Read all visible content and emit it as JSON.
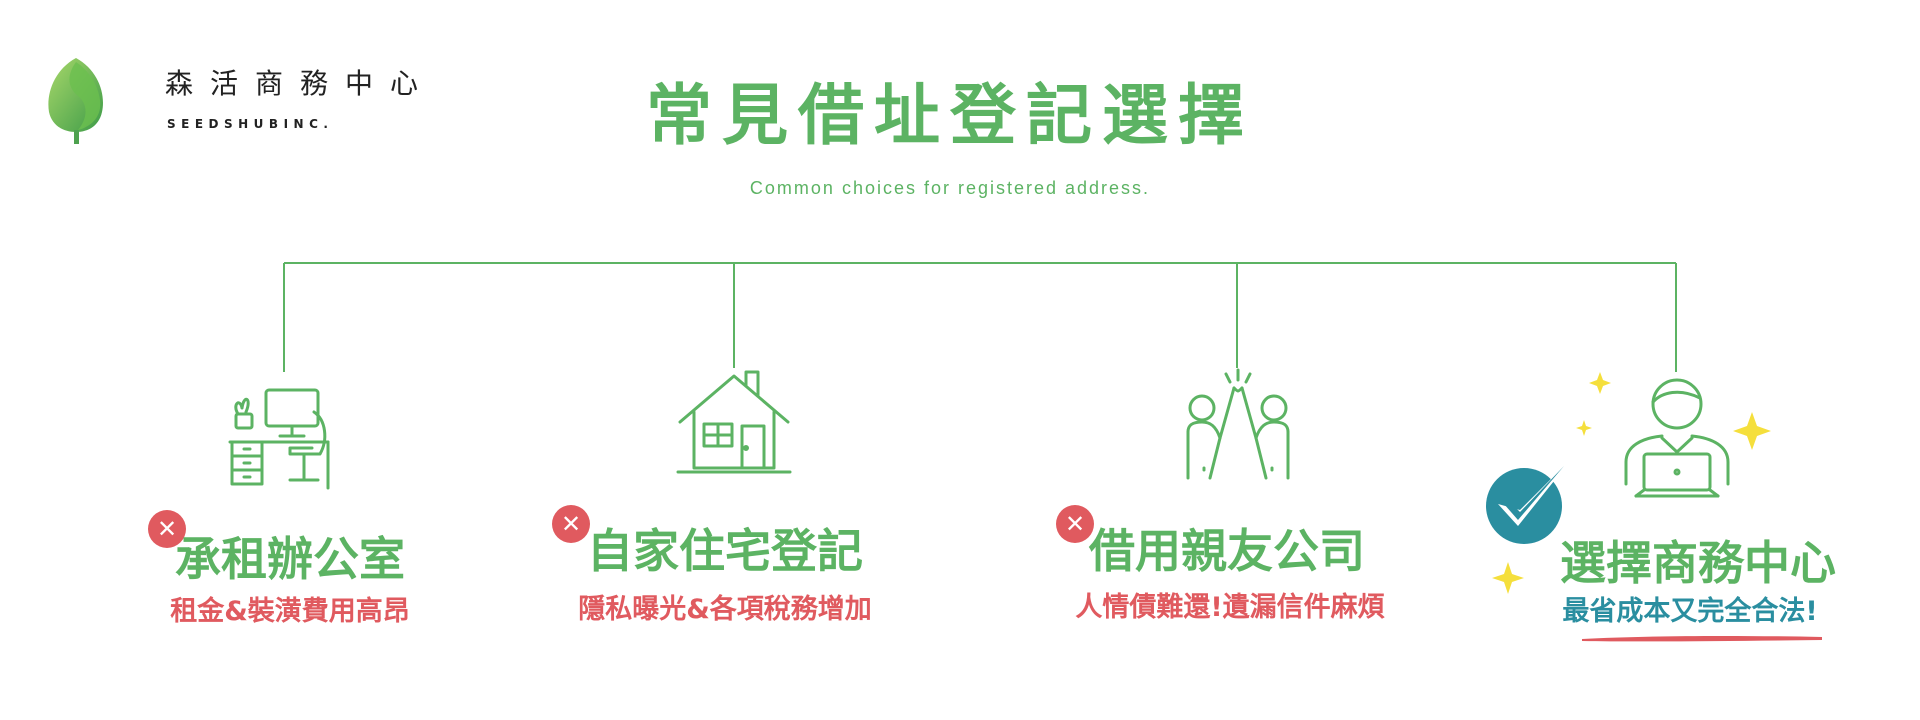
{
  "brand": {
    "name_zh": "森活商務中心",
    "name_en": "SEEDSHUBINC."
  },
  "heading": {
    "title": "常見借址登記選擇",
    "subtitle": "Common choices for registered address."
  },
  "options": [
    {
      "title": "承租辦公室",
      "desc": "租金&裝潢費用高昂",
      "status": "rejected",
      "icon": "office-desk-icon"
    },
    {
      "title": "自家住宅登記",
      "desc": "隱私曝光&各項稅務增加",
      "status": "rejected",
      "icon": "house-icon"
    },
    {
      "title": "借用親友公司",
      "desc": "人情債難還!遺漏信件麻煩",
      "status": "rejected",
      "icon": "high-five-icon"
    },
    {
      "title": "選擇商務中心",
      "desc": "最省成本又完全合法!",
      "status": "recommended",
      "icon": "person-laptop-icon"
    }
  ],
  "badges": {
    "reject_mark": "✕"
  },
  "colors": {
    "green": "#5cb363",
    "red": "#e05a5f",
    "teal": "#2a8ea0",
    "yellow": "#f5df3c"
  }
}
